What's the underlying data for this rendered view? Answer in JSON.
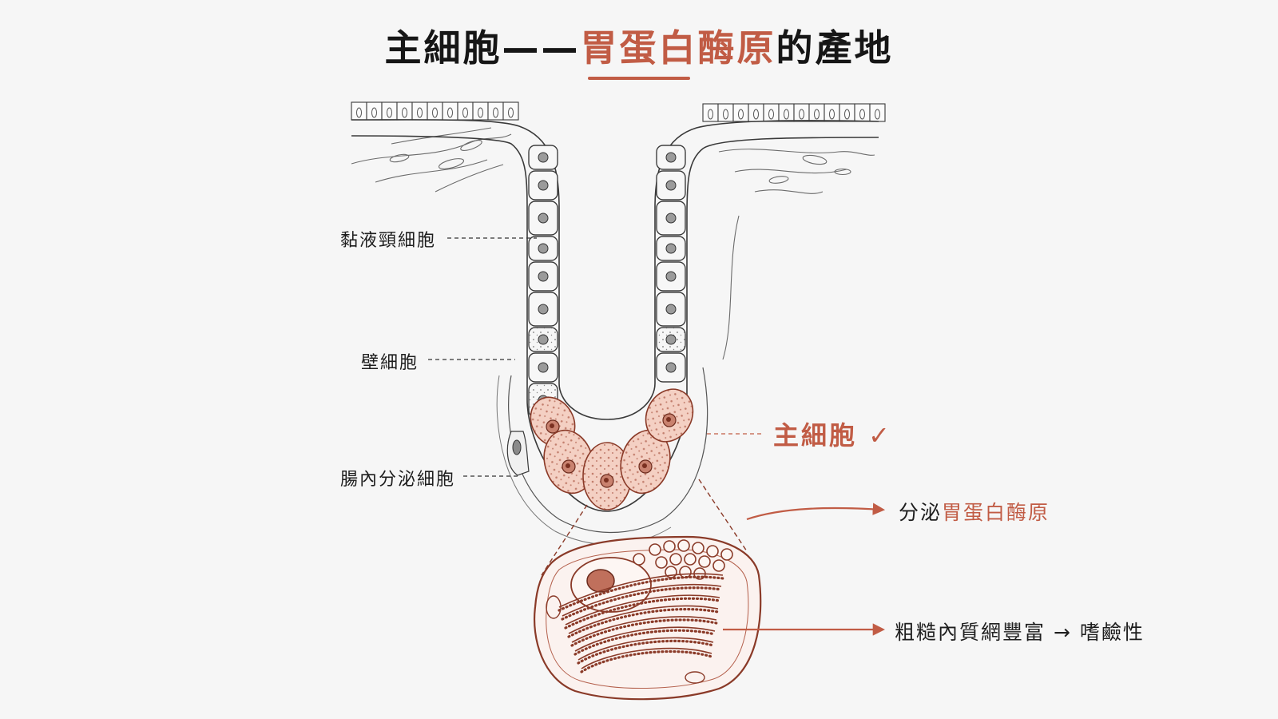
{
  "title": {
    "part1": "主細胞——",
    "part2": "胃蛋白酶原",
    "part3": "的產地"
  },
  "labels": {
    "mucous_neck": "黏液頸細胞",
    "parietal": "壁細胞",
    "enteroendocrine": "腸內分泌細胞",
    "chief": "主細胞",
    "chief_check": "✓",
    "secretes_prefix": "分泌",
    "secretes_product": "胃蛋白酶原",
    "rer": "粗糙內質網豐富 → 嗜鹼性"
  },
  "colors": {
    "accent": "#c15c45",
    "chief_fill": "#f4d0c3",
    "line": "#3a3a3a",
    "text": "#1e1e1e"
  }
}
